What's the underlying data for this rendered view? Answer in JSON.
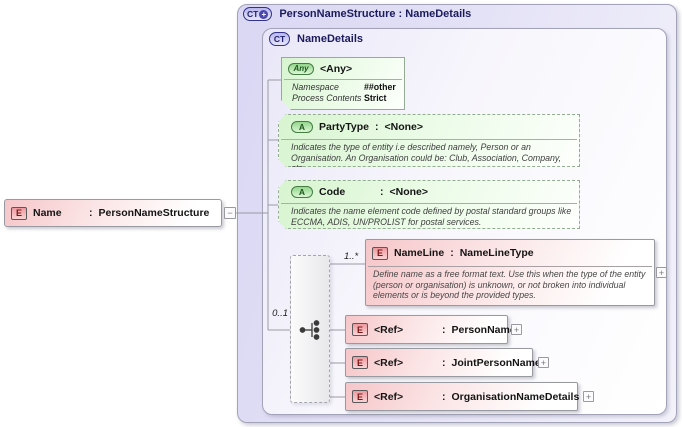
{
  "root_element": {
    "badge": "E",
    "name": "Name",
    "sep": ":",
    "type": "PersonNameStructure"
  },
  "outer_container": {
    "badge": "CT",
    "title": "PersonNameStructure : NameDetails"
  },
  "inner_container": {
    "badge": "CT",
    "title": "NameDetails"
  },
  "any_wildcard": {
    "badge": "Any",
    "title": "<Any>",
    "props": [
      {
        "label": "Namespace",
        "value": "##other"
      },
      {
        "label": "Process Contents",
        "value": "Strict"
      }
    ]
  },
  "attributes": [
    {
      "badge": "A",
      "name": "PartyType",
      "sep": ":",
      "type": "<None>",
      "desc": "Indicates the type of entity i.e described namely, Person or an Organisation. An Organisation could be: Club, Association, Company, etc"
    },
    {
      "badge": "A",
      "name": "Code",
      "sep": ":",
      "type": "<None>",
      "desc": "Indicates the name element code defined by postal standard groups like ECCMA, ADIS, UN/PROLIST for postal services."
    }
  ],
  "group": {
    "cardinality": "0..1"
  },
  "nameline": {
    "badge": "E",
    "name": "NameLine",
    "sep": ":",
    "type": "NameLineType",
    "cardinality": "1..*",
    "desc": "Define name as a free format text. Use this when the type of the entity (person or organisation) is unknown, or not broken into individual elements or is beyond the provided types."
  },
  "refs": [
    {
      "badge": "E",
      "name": "<Ref>",
      "sep": ":",
      "type": "PersonName"
    },
    {
      "badge": "E",
      "name": "<Ref>",
      "sep": ":",
      "type": "JointPersonName"
    },
    {
      "badge": "E",
      "name": "<Ref>",
      "sep": ":",
      "type": "OrganisationNameDetails"
    }
  ],
  "icons": {
    "collapse": "−",
    "expand": "+",
    "ct_plus": "+"
  },
  "colors": {
    "container_fill": "#dcdaf5",
    "pink_fill": "#f6c6c9",
    "green_fill": "#d7f4cf",
    "title_text": "#1b1b5e",
    "connector": "#9a9aa6",
    "badge_e_text": "#7a1616"
  }
}
